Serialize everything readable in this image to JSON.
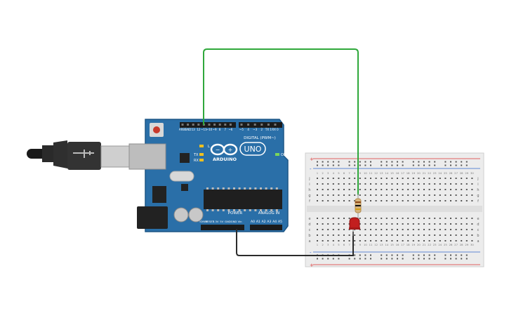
{
  "board": {
    "brand": "ARDUINO",
    "model": "UNO",
    "digital_label": "DIGITAL (PWM~)",
    "power_label": "POWER",
    "analog_label": "ANALOG IN",
    "on_label": "ON",
    "tx_label": "TX",
    "rx_label": "RX",
    "l_label": "L",
    "top_pins": [
      "AREF",
      "GND",
      "13",
      "12",
      "~11",
      "~10",
      "~9",
      "8",
      "7",
      "~6",
      "~5",
      "4",
      "~3",
      "2",
      "TX 1",
      "RX 0"
    ],
    "power_pins": [
      "IOREF",
      "RESET",
      "3.3V",
      "5V",
      "GND",
      "GND",
      "Vin"
    ],
    "analog_pins": [
      "A0",
      "A1",
      "A2",
      "A3",
      "A4",
      "A5"
    ]
  },
  "breadboard": {
    "rows_left": [
      "a",
      "b",
      "c",
      "d",
      "e"
    ],
    "rows_right": [
      "f",
      "g",
      "h",
      "i",
      "j"
    ],
    "columns": [
      "1",
      "2",
      "3",
      "4",
      "5",
      "6",
      "7",
      "8",
      "9",
      "10",
      "11",
      "12",
      "13",
      "14",
      "15",
      "16",
      "17",
      "18",
      "19",
      "20",
      "21",
      "22",
      "23",
      "24",
      "25",
      "26",
      "27",
      "28",
      "29",
      "30"
    ],
    "plus": "+",
    "minus": "-"
  },
  "colors": {
    "board": "#2a6fa8",
    "wire_signal": "#2fa83b",
    "wire_ground": "#2b2b2b",
    "led": "#c21f1f",
    "rail_red": "#d33",
    "rail_blue": "#36c"
  }
}
